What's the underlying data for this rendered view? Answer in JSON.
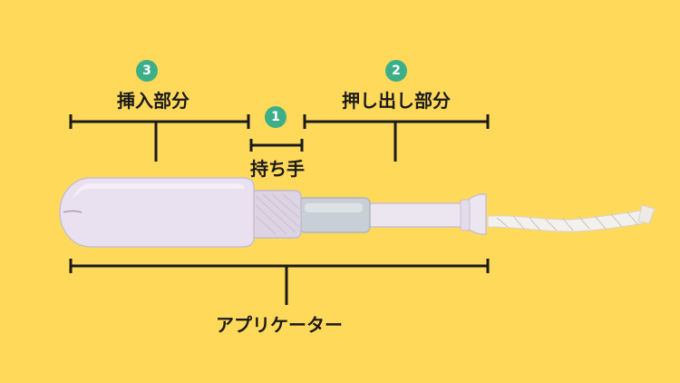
{
  "colors": {
    "background": "#FFD95A",
    "badge": "#3DAF88",
    "ink": "#1A1A1A",
    "applicator": "#E9E1EF",
    "applicator_shadow": "#C9BFD2",
    "string": "#F3F1EE"
  },
  "parts": {
    "grip": {
      "number": "1",
      "label": "持ち手"
    },
    "plunger": {
      "number": "2",
      "label": "押し出し部分"
    },
    "insertion": {
      "number": "3",
      "label": "挿入部分"
    },
    "applicator": {
      "label": "アプリケーター"
    }
  }
}
